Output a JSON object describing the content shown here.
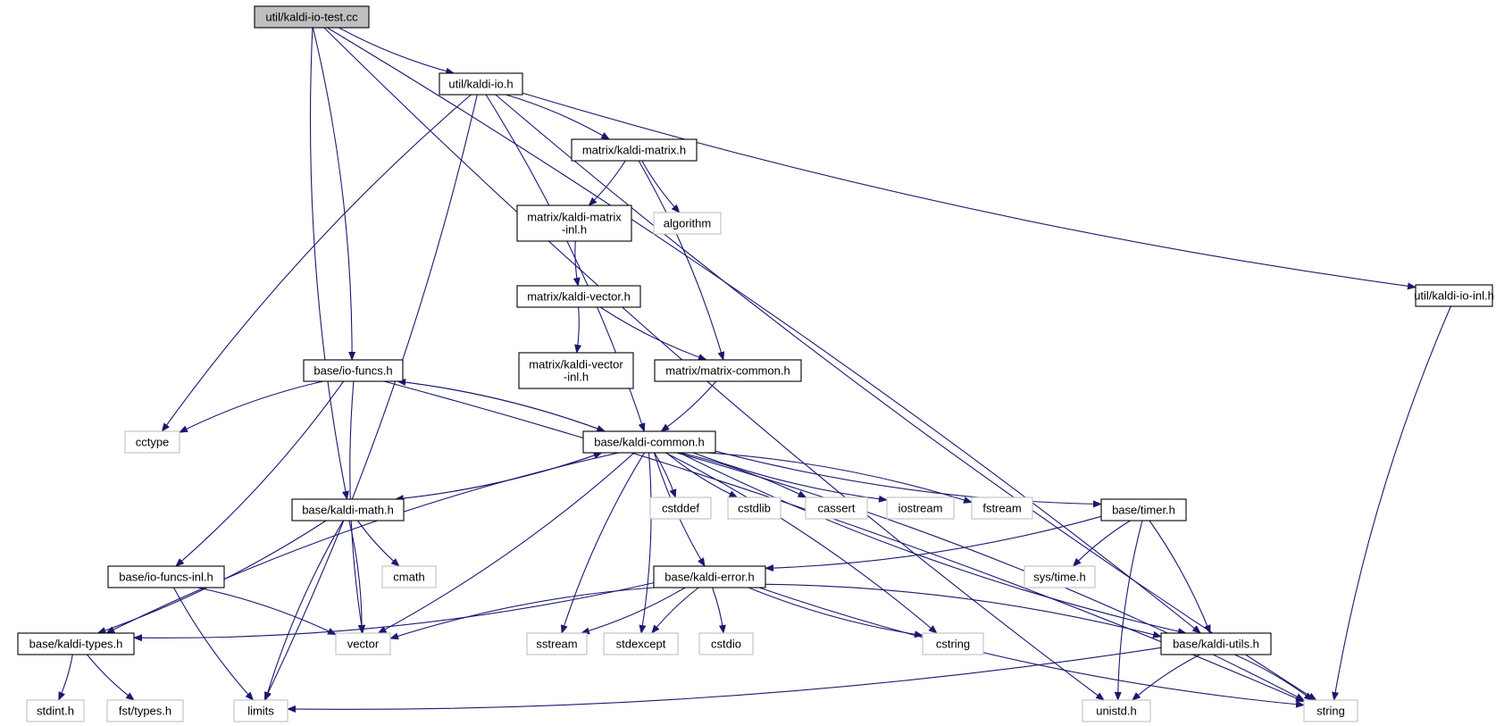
{
  "diagram": {
    "title": "",
    "colors": {
      "edge": "#191970",
      "root_fill": "#bfbfbf",
      "node_border": "#000000",
      "system_header_border": "#bfbfbf"
    },
    "nodes": [
      {
        "id": "n_test",
        "lines": [
          "util/kaldi-io-test.cc"
        ],
        "kind": "root"
      },
      {
        "id": "n_io",
        "lines": [
          "util/kaldi-io.h"
        ],
        "kind": "local"
      },
      {
        "id": "n_matrix",
        "lines": [
          "matrix/kaldi-matrix.h"
        ],
        "kind": "local"
      },
      {
        "id": "n_matrix_inl",
        "lines": [
          "matrix/kaldi-matrix",
          "-inl.h"
        ],
        "kind": "local"
      },
      {
        "id": "n_algorithm",
        "lines": [
          "algorithm"
        ],
        "kind": "system"
      },
      {
        "id": "n_vector_h",
        "lines": [
          "matrix/kaldi-vector.h"
        ],
        "kind": "local"
      },
      {
        "id": "n_vector_inl",
        "lines": [
          "matrix/kaldi-vector",
          "-inl.h"
        ],
        "kind": "local"
      },
      {
        "id": "n_matcommon",
        "lines": [
          "matrix/matrix-common.h"
        ],
        "kind": "local"
      },
      {
        "id": "n_io_inl",
        "lines": [
          "util/kaldi-io-inl.h"
        ],
        "kind": "local"
      },
      {
        "id": "n_iofuncs",
        "lines": [
          "base/io-funcs.h"
        ],
        "kind": "local"
      },
      {
        "id": "n_cctype",
        "lines": [
          "cctype"
        ],
        "kind": "system"
      },
      {
        "id": "n_common",
        "lines": [
          "base/kaldi-common.h"
        ],
        "kind": "local"
      },
      {
        "id": "n_math",
        "lines": [
          "base/kaldi-math.h"
        ],
        "kind": "local"
      },
      {
        "id": "n_cstddef",
        "lines": [
          "cstddef"
        ],
        "kind": "system"
      },
      {
        "id": "n_cstdlib",
        "lines": [
          "cstdlib"
        ],
        "kind": "system"
      },
      {
        "id": "n_cassert",
        "lines": [
          "cassert"
        ],
        "kind": "system"
      },
      {
        "id": "n_iostream",
        "lines": [
          "iostream"
        ],
        "kind": "system"
      },
      {
        "id": "n_fstream",
        "lines": [
          "fstream"
        ],
        "kind": "system"
      },
      {
        "id": "n_timer",
        "lines": [
          "base/timer.h"
        ],
        "kind": "local"
      },
      {
        "id": "n_cmath",
        "lines": [
          "cmath"
        ],
        "kind": "system"
      },
      {
        "id": "n_iofuncs_inl",
        "lines": [
          "base/io-funcs-inl.h"
        ],
        "kind": "local"
      },
      {
        "id": "n_error",
        "lines": [
          "base/kaldi-error.h"
        ],
        "kind": "local"
      },
      {
        "id": "n_systime",
        "lines": [
          "sys/time.h"
        ],
        "kind": "system"
      },
      {
        "id": "n_types",
        "lines": [
          "base/kaldi-types.h"
        ],
        "kind": "local"
      },
      {
        "id": "n_vector",
        "lines": [
          "vector"
        ],
        "kind": "system"
      },
      {
        "id": "n_sstream",
        "lines": [
          "sstream"
        ],
        "kind": "system"
      },
      {
        "id": "n_stdexcept",
        "lines": [
          "stdexcept"
        ],
        "kind": "system"
      },
      {
        "id": "n_cstdio",
        "lines": [
          "cstdio"
        ],
        "kind": "system"
      },
      {
        "id": "n_cstring",
        "lines": [
          "cstring"
        ],
        "kind": "system"
      },
      {
        "id": "n_utils",
        "lines": [
          "base/kaldi-utils.h"
        ],
        "kind": "local"
      },
      {
        "id": "n_stdint",
        "lines": [
          "stdint.h"
        ],
        "kind": "system"
      },
      {
        "id": "n_fsttypes",
        "lines": [
          "fst/types.h"
        ],
        "kind": "system"
      },
      {
        "id": "n_limits",
        "lines": [
          "limits"
        ],
        "kind": "system"
      },
      {
        "id": "n_unistd",
        "lines": [
          "unistd.h"
        ],
        "kind": "system"
      },
      {
        "id": "n_string",
        "lines": [
          "string"
        ],
        "kind": "system"
      }
    ],
    "edges": [
      [
        "n_test",
        "n_io"
      ],
      [
        "n_test",
        "n_utils"
      ],
      [
        "n_test",
        "n_math"
      ],
      [
        "n_test",
        "n_iofuncs"
      ],
      [
        "n_test",
        "n_unistd"
      ],
      [
        "n_io",
        "n_matrix"
      ],
      [
        "n_io",
        "n_io_inl"
      ],
      [
        "n_io",
        "n_common"
      ],
      [
        "n_io",
        "n_cctype"
      ],
      [
        "n_io",
        "n_limits"
      ],
      [
        "n_io",
        "n_string"
      ],
      [
        "n_matrix",
        "n_matrix_inl"
      ],
      [
        "n_matrix",
        "n_algorithm"
      ],
      [
        "n_matrix",
        "n_matcommon"
      ],
      [
        "n_matrix_inl",
        "n_vector_h"
      ],
      [
        "n_vector_h",
        "n_vector_inl"
      ],
      [
        "n_vector_h",
        "n_matcommon"
      ],
      [
        "n_matcommon",
        "n_common"
      ],
      [
        "n_io_inl",
        "n_string"
      ],
      [
        "n_iofuncs",
        "n_common"
      ],
      [
        "n_iofuncs",
        "n_cctype"
      ],
      [
        "n_iofuncs",
        "n_iofuncs_inl"
      ],
      [
        "n_iofuncs",
        "n_vector"
      ],
      [
        "n_iofuncs",
        "n_string"
      ],
      [
        "n_common",
        "n_iofuncs"
      ],
      [
        "n_common",
        "n_math"
      ],
      [
        "n_common",
        "n_types"
      ],
      [
        "n_common",
        "n_vector"
      ],
      [
        "n_common",
        "n_sstream"
      ],
      [
        "n_common",
        "n_stdexcept"
      ],
      [
        "n_common",
        "n_error"
      ],
      [
        "n_common",
        "n_cstddef"
      ],
      [
        "n_common",
        "n_cstdlib"
      ],
      [
        "n_common",
        "n_cassert"
      ],
      [
        "n_common",
        "n_iostream"
      ],
      [
        "n_common",
        "n_fstream"
      ],
      [
        "n_common",
        "n_timer"
      ],
      [
        "n_common",
        "n_cstring"
      ],
      [
        "n_common",
        "n_utils"
      ],
      [
        "n_common",
        "n_string"
      ],
      [
        "n_math",
        "n_common"
      ],
      [
        "n_math",
        "n_types"
      ],
      [
        "n_math",
        "n_cmath"
      ],
      [
        "n_math",
        "n_vector"
      ],
      [
        "n_math",
        "n_limits"
      ],
      [
        "n_iofuncs_inl",
        "n_vector"
      ],
      [
        "n_iofuncs_inl",
        "n_limits"
      ],
      [
        "n_timer",
        "n_error"
      ],
      [
        "n_timer",
        "n_systime"
      ],
      [
        "n_timer",
        "n_utils"
      ],
      [
        "n_timer",
        "n_unistd"
      ],
      [
        "n_error",
        "n_types"
      ],
      [
        "n_error",
        "n_vector"
      ],
      [
        "n_error",
        "n_sstream"
      ],
      [
        "n_error",
        "n_stdexcept"
      ],
      [
        "n_error",
        "n_cstdio"
      ],
      [
        "n_error",
        "n_cstring"
      ],
      [
        "n_error",
        "n_utils"
      ],
      [
        "n_error",
        "n_string"
      ],
      [
        "n_types",
        "n_stdint"
      ],
      [
        "n_types",
        "n_fsttypes"
      ],
      [
        "n_utils",
        "n_limits"
      ],
      [
        "n_utils",
        "n_unistd"
      ],
      [
        "n_utils",
        "n_string"
      ]
    ]
  }
}
